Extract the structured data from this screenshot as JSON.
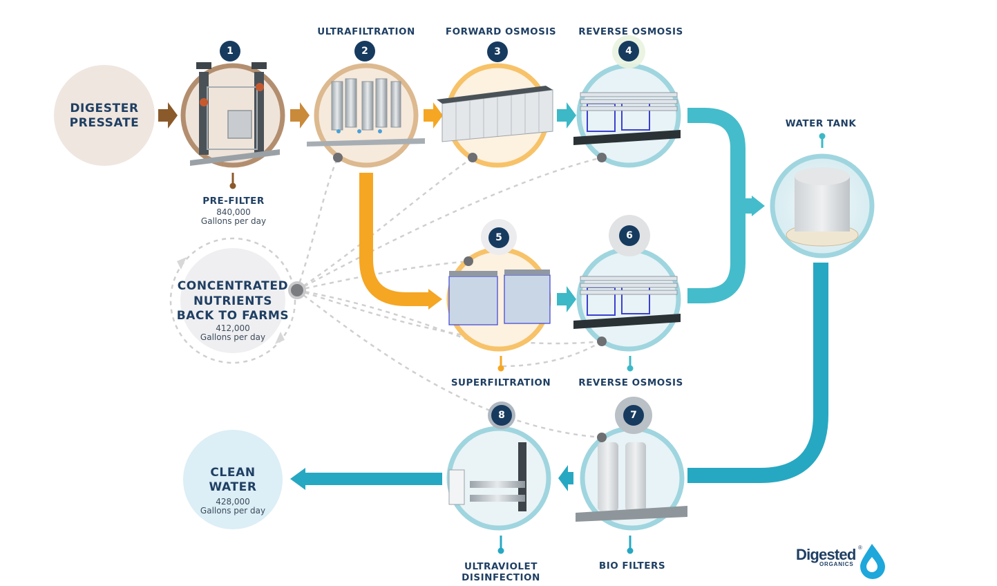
{
  "source": {
    "line1": "DIGESTER",
    "line2": "PRESSATE"
  },
  "stages": [
    {
      "num": "1",
      "title": "PRE-FILTER",
      "amount": "840,000",
      "unit": "Gallons per day"
    },
    {
      "num": "2",
      "title": "ULTRAFILTRATION"
    },
    {
      "num": "3",
      "title": "FORWARD OSMOSIS"
    },
    {
      "num": "4",
      "title": "REVERSE OSMOSIS"
    },
    {
      "num": "5",
      "title": "SUPERFILTRATION"
    },
    {
      "num": "6",
      "title": "REVERSE OSMOSIS"
    },
    {
      "num": "7",
      "title": "BIO FILTERS"
    },
    {
      "num": "8",
      "title_line1": "ULTRAVIOLET",
      "title_line2": "DISINFECTION"
    }
  ],
  "tank": {
    "title": "WATER TANK"
  },
  "concentrate": {
    "line1": "CONCENTRATED",
    "line2": "NUTRIENTS",
    "line3": "BACK TO FARMS",
    "amount": "412,000",
    "unit": "Gallons per day"
  },
  "clean": {
    "line1": "CLEAN",
    "line2": "WATER",
    "amount": "428,000",
    "unit": "Gallons per day"
  },
  "logo": {
    "word": "Digested",
    "sub": "ORGANICS",
    "mark": "®"
  },
  "colors": {
    "brown": "#8b5a2b",
    "tan": "#c6a27e",
    "orange": "#f5a623",
    "teal": "#3cb8c6",
    "tealDark": "#1f9fbd",
    "navy": "#173b5f",
    "dashed": "#c9c9c9"
  },
  "icons": [
    "dripper-icon",
    "water-drop-icon",
    "arrow-right-icon",
    "arrow-left-icon"
  ]
}
